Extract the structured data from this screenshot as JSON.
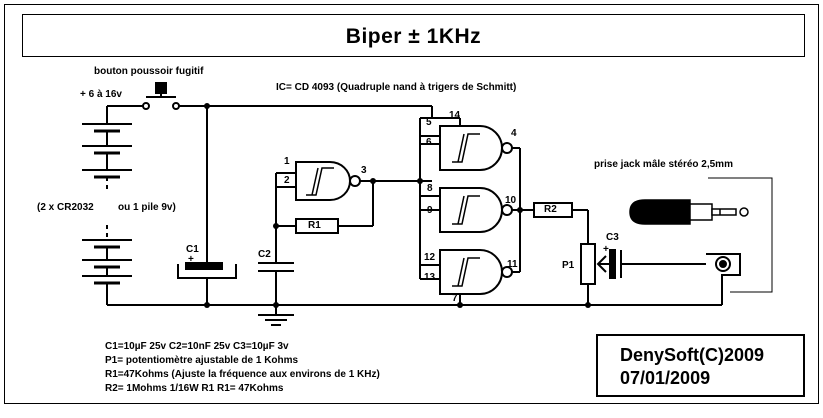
{
  "title": "Biper  ± 1KHz",
  "labels": {
    "push_button": "bouton poussoir fugitif",
    "supply": "+ 6 à 16v",
    "ic": "IC= CD 4093 (Quadruple nand à trigers de Schmitt)",
    "jack": "prise jack mâle stéréo 2,5mm",
    "battery_left": "(2 x CR2032",
    "battery_right": "ou 1 pile 9v)",
    "c1": "C1",
    "c1_plus": "+",
    "c2": "C2",
    "c3": "C3",
    "c3_plus": "+",
    "r1": "R1",
    "r2": "R2",
    "p1": "P1"
  },
  "pins": [
    "1",
    "2",
    "3",
    "5",
    "6",
    "14",
    "4",
    "8",
    "9",
    "10",
    "12",
    "13",
    "11",
    "7"
  ],
  "notes": [
    "C1=10µF 25v   C2=10nF 25v   C3=10µF 3v",
    "P1= potentiomètre ajustable de 1 Kohms",
    "R1=47Kohms (Ajuste la fréquence aux environs de 1 KHz)",
    "R2= 1Mohms 1/16W          R1   R1= 47Kohms"
  ],
  "signature": {
    "author": "DenySoft(C)2009",
    "date": "07/01/2009"
  }
}
